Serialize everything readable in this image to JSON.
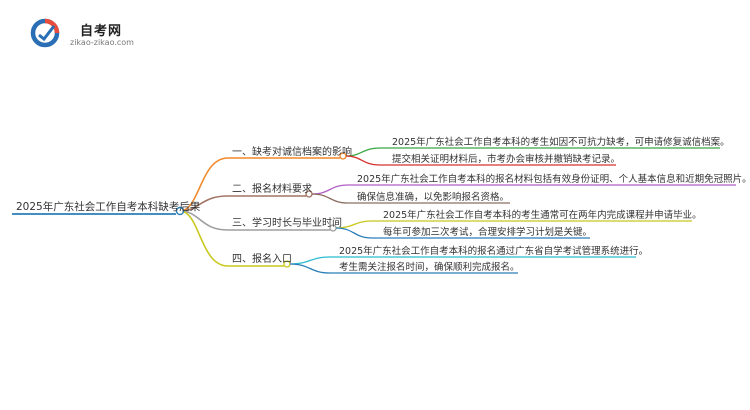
{
  "logo": {
    "title": "自考网",
    "url": "zikao-zikao.com"
  },
  "root": {
    "label": "2025年广东社会工作自考本科缺考后果",
    "color": "#2a7fb8"
  },
  "branches": [
    {
      "label": "一、缺考对诚信档案的影响",
      "color": "#f0892b",
      "leaves": [
        {
          "text": "2025年广东社会工作自考本科的考生如因不可抗力缺考，可申请修复诚信档案。",
          "color": "#39a845"
        },
        {
          "text": "提交相关证明材料后，市考办会审核并撤销缺考记录。",
          "color": "#d6312d"
        }
      ]
    },
    {
      "label": "二、报名材料要求",
      "color": "#a17463",
      "leaves": [
        {
          "text": "2025年广东社会工作自考本科的报名材料包括有效身份证明、个人基本信息和近期免冠照片。",
          "color": "#b05fc4"
        },
        {
          "text": "确保信息准确，以免影响报名资格。",
          "color": "#8c6d62"
        }
      ]
    },
    {
      "label": "三、学习时长与毕业时间",
      "color": "#9e9e9e",
      "leaves": [
        {
          "text": "2025年广东社会工作自考本科的考生通常可在两年内完成课程并申请毕业。",
          "color": "#c8c81e"
        },
        {
          "text": "每年可参加三次考试，合理安排学习计划是关键。",
          "color": "#2a7fb8"
        }
      ]
    },
    {
      "label": "四、报名入口",
      "color": "#c8c81e",
      "leaves": [
        {
          "text": "2025年广东社会工作自考本科的报名通过广东省自学考试管理系统进行。",
          "color": "#2bbcd0"
        },
        {
          "text": "考生需关注报名时间，确保顺利完成报名。",
          "color": "#2a7fb8"
        }
      ]
    }
  ]
}
